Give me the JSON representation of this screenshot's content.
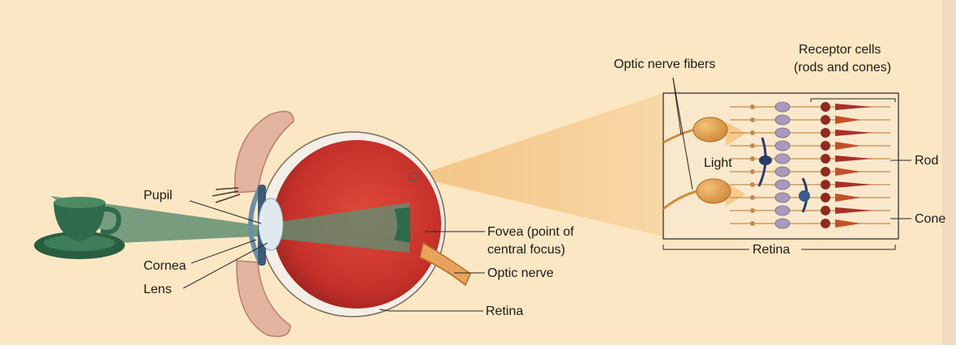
{
  "diagram": {
    "labels": {
      "pupil": "Pupil",
      "cornea": "Cornea",
      "lens": "Lens",
      "fovea_line1": "Fovea (point of",
      "fovea_line2": "central focus)",
      "optic_nerve": "Optic nerve",
      "retina_eye": "Retina",
      "optic_nerve_fibers": "Optic nerve fibers",
      "receptor_line1": "Receptor cells",
      "receptor_line2": "(rods and cones)",
      "light": "Light",
      "rod": "Rod",
      "cone": "Cone",
      "retina_bracket": "Retina"
    },
    "colors": {
      "background": "#fbe7c4",
      "light_beam": "#f6c98c",
      "eyeball": "#c5302a",
      "cup": "#2f6b4a",
      "image_beam": "#5f8e72",
      "rod_cells": "#a8302a",
      "bipolar_cells": "#a89ab8",
      "ganglion_cells": "#e0a050",
      "lid": "#e2b4a0"
    }
  }
}
